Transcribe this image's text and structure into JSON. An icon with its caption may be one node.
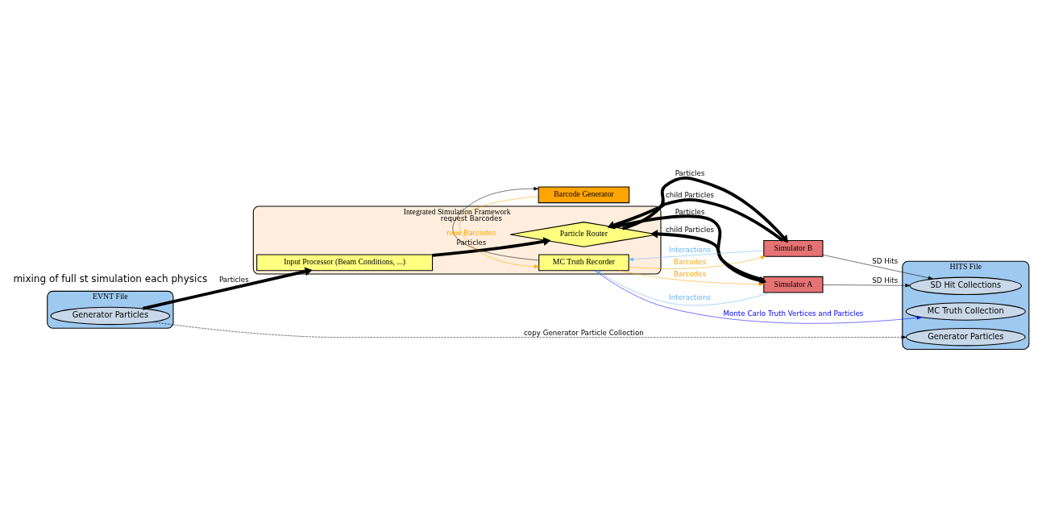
{
  "diagram": {
    "nodes": [
      {
        "text": [
          "EVNT File"
        ]
      },
      {
        "text": [
          "Generator Particles"
        ],
        "in": 0
      },
      {
        "text": [
          "Integrated Simulation Framework"
        ]
      },
      {
        "text": [
          "Input Processor (Beam Conditions, ...)"
        ],
        "in": 2
      },
      {
        "text": [
          "Particle Router"
        ],
        "in": 2
      },
      {
        "text": [
          "MC Truth Recorder"
        ],
        "in": 2
      },
      {
        "text": [
          "Simulator A"
        ]
      },
      {
        "text": [
          "Simulator B"
        ]
      },
      {
        "text": [
          "Barcode Generator"
        ]
      },
      {
        "text": [
          "HITS File"
        ]
      },
      {
        "text": [
          "Generator Particles"
        ],
        "in": 9
      },
      {
        "text": [
          "SD Hit Collections"
        ],
        "in": 9
      },
      {
        "text": [
          "MC Truth Collection"
        ],
        "in": 9
      }
    ],
    "edges": [
      {
        "from": 1,
        "to": 3,
        "arrow": "to",
        "label": "Particles",
        "style": "thick"
      },
      {
        "from": 1,
        "to": 10,
        "arrow": "to",
        "label": "copy Generator Particle Collection",
        "style": "dashed"
      },
      {
        "from": 3,
        "to": 4,
        "arrow": "to",
        "label": "Particles",
        "style": "thick"
      },
      {
        "from": 4,
        "to": 6,
        "arrow": "to",
        "label": "Particles",
        "style": "thick"
      },
      {
        "from": 6,
        "to": 4,
        "arrow": "to",
        "label": "child Particles",
        "style": "thick"
      },
      {
        "from": 4,
        "to": 7,
        "arrow": "to",
        "label": "Particles",
        "style": "thick"
      },
      {
        "from": 7,
        "to": 4,
        "arrow": "to",
        "label": "child Particles",
        "style": "thick"
      },
      {
        "from": 6,
        "to": 11,
        "arrow": "to",
        "label": "SD Hits"
      },
      {
        "from": 7,
        "to": 11,
        "arrow": "to",
        "label": "SD Hits"
      },
      {
        "from": 6,
        "to": 5,
        "arrow": "to",
        "label": "Interactions",
        "color": "#66b3ff"
      },
      {
        "from": 5,
        "to": 6,
        "arrow": "to",
        "label": "Barcodes",
        "color": "#ffa500"
      },
      {
        "from": 7,
        "to": 5,
        "arrow": "to",
        "label": "Interactions",
        "color": "#66b3ff"
      },
      {
        "from": 5,
        "to": 7,
        "arrow": "to",
        "label": "Barcodes",
        "color": "#ffa500"
      },
      {
        "from": 5,
        "to": 12,
        "arrow": "to",
        "label": "Monte Carlo Truth Vertices and Particles",
        "color": "#0000ff"
      },
      {
        "from": 5,
        "to": 8,
        "arrow": "to",
        "label": "request Barcodes"
      },
      {
        "from": 8,
        "to": 5,
        "arrow": "to",
        "label": "new Barcodes",
        "color": "#ffa500"
      }
    ],
    "labels": [
      "mixing of full st simulation each physics"
    ]
  }
}
